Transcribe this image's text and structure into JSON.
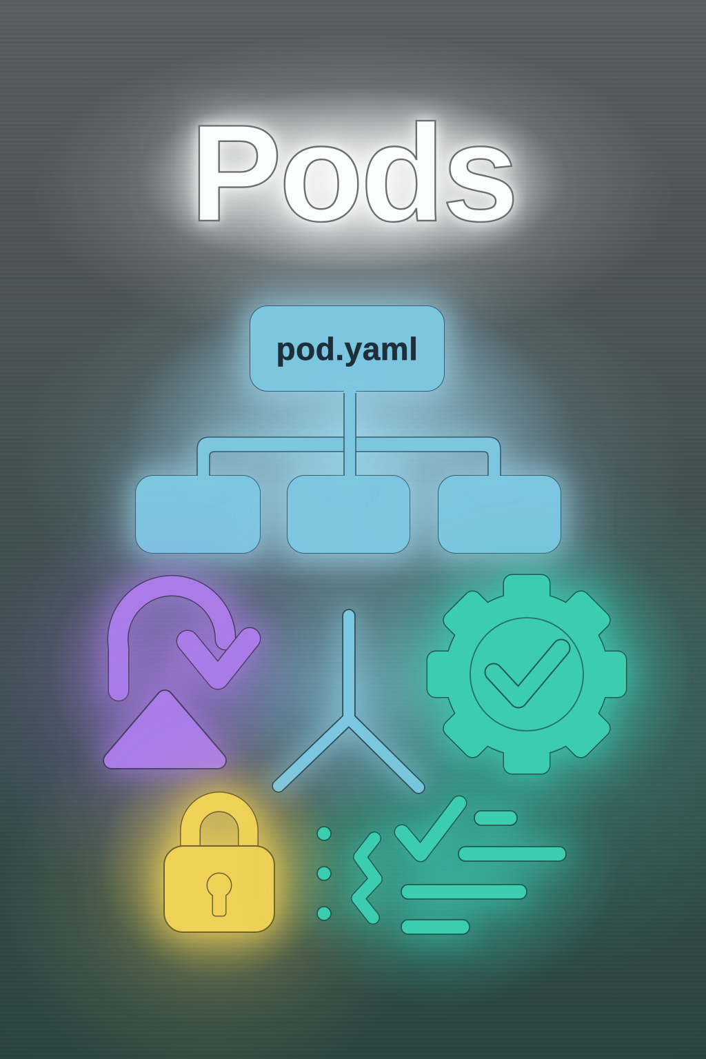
{
  "title": "Pods",
  "diagram": {
    "root_box": {
      "label": "pod.yaml"
    },
    "child_box_count": 3
  },
  "icons": [
    {
      "name": "restart-arrow-icon",
      "color_key": "purple"
    },
    {
      "name": "deploy-triangle-icon",
      "color_key": "purple"
    },
    {
      "name": "branch-fork-icon",
      "color_key": "blue"
    },
    {
      "name": "gear-check-icon",
      "color_key": "teal"
    },
    {
      "name": "lock-icon",
      "color_key": "yellow"
    },
    {
      "name": "checklist-icon",
      "color_key": "teal"
    }
  ],
  "colors": {
    "blue": "#7cc6e0",
    "purple": "#a97ce8",
    "teal": "#3cccb0",
    "yellow": "#eed156",
    "outline_blue": "#2e4a57",
    "outline_purple": "#4a3f63",
    "outline_teal": "#1f5a50",
    "outline_yellow": "#6e6232",
    "title_fill": "#fcfdfd",
    "title_outline": "#6a6f71",
    "label_text": "#1f2f3a"
  }
}
